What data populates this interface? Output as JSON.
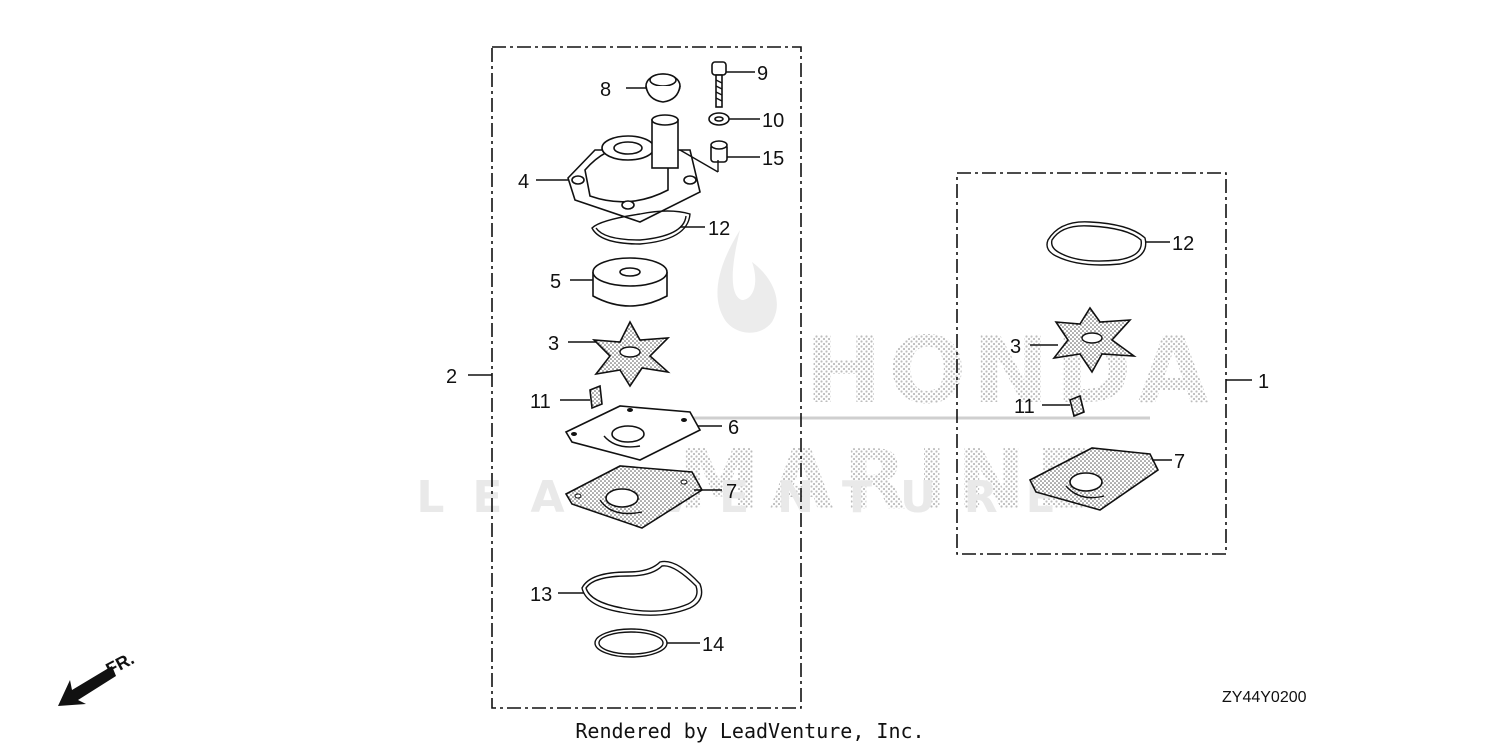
{
  "watermark": {
    "brand": "HONDA",
    "line2": "MARINE",
    "line3": "LEADVENTURE"
  },
  "assembly_left": {
    "label": "2",
    "callouts": [
      {
        "id": "8",
        "text": "8"
      },
      {
        "id": "9",
        "text": "9"
      },
      {
        "id": "10",
        "text": "10"
      },
      {
        "id": "15",
        "text": "15"
      },
      {
        "id": "4",
        "text": "4"
      },
      {
        "id": "12",
        "text": "12"
      },
      {
        "id": "5",
        "text": "5"
      },
      {
        "id": "3",
        "text": "3"
      },
      {
        "id": "11",
        "text": "11"
      },
      {
        "id": "6",
        "text": "6"
      },
      {
        "id": "7",
        "text": "7"
      },
      {
        "id": "13",
        "text": "13"
      },
      {
        "id": "14",
        "text": "14"
      }
    ]
  },
  "assembly_right": {
    "label": "1",
    "callouts": [
      {
        "id": "12",
        "text": "12"
      },
      {
        "id": "3",
        "text": "3"
      },
      {
        "id": "11",
        "text": "11"
      },
      {
        "id": "7",
        "text": "7"
      }
    ]
  },
  "direction_marker": "FR.",
  "diagram_code": "ZY44Y0200",
  "footer": "Rendered by LeadVenture, Inc."
}
